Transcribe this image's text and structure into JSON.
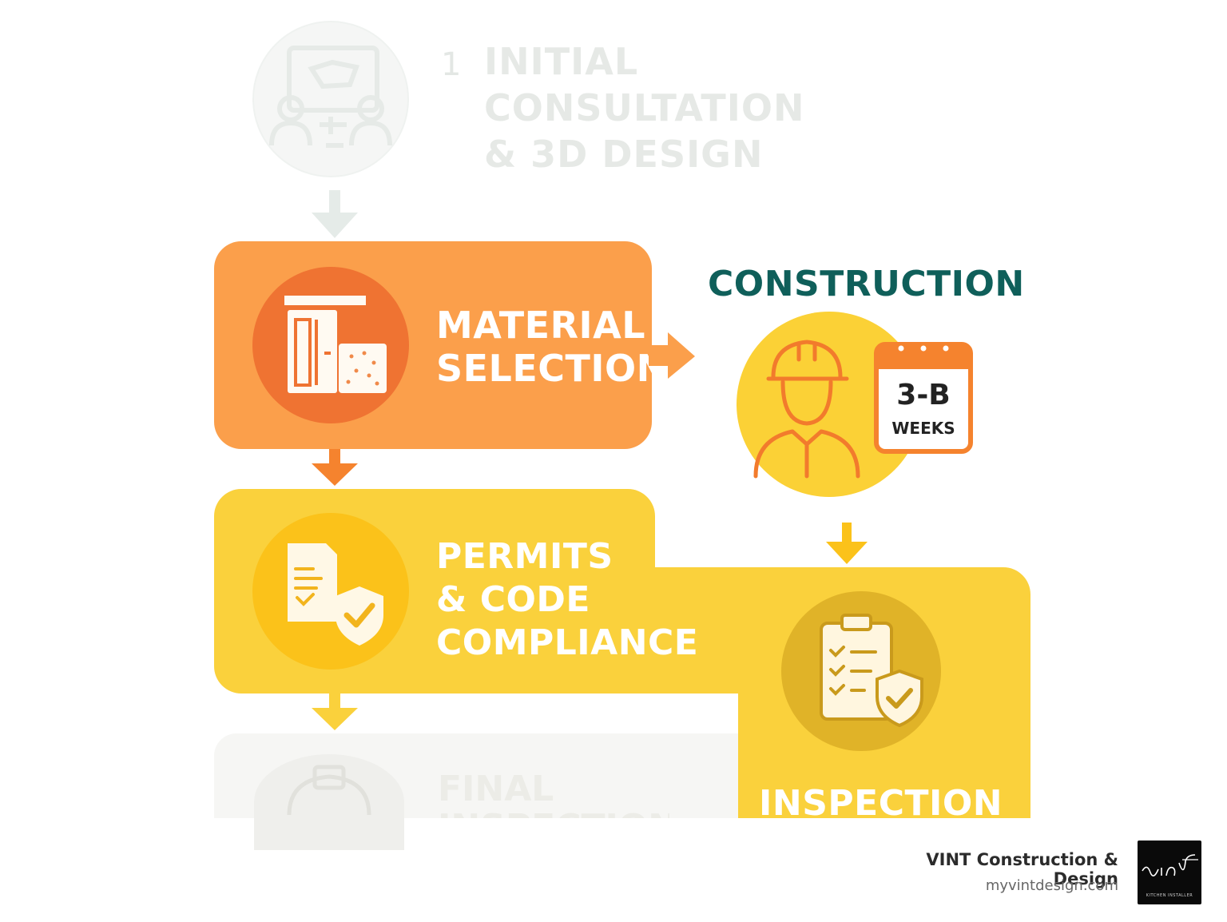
{
  "steps": {
    "step1": {
      "number": "1",
      "title_lines": [
        "INITIAL",
        "CONSULTATION",
        "& 3D DESIGN"
      ]
    },
    "material": {
      "title_lines": [
        "MATERIAL",
        "SELECTION"
      ]
    },
    "construction": {
      "title": "CONSTRUCTION",
      "calendar_value": "3-B",
      "calendar_unit": "WEEKS"
    },
    "permits": {
      "title_lines": [
        "PERMITS",
        "& CODE",
        "COMPLIANCE"
      ]
    },
    "final": {
      "title": "FINAL",
      "subtitle": "INSPECTION"
    },
    "inspection": {
      "title": "INSPECTION"
    }
  },
  "footer": {
    "company": "VINT Construction & Design",
    "website": "myvintdesign.com",
    "logo_text": "vint",
    "logo_subtext": "KITCHEN INSTALLER"
  },
  "colors": {
    "orange": "#fb9f4b",
    "dark_orange": "#ef7332",
    "yellow": "#fad13c",
    "teal": "#0f5f5a"
  },
  "icons": [
    "consultation-icon",
    "material-icon",
    "worker-icon",
    "calendar-icon",
    "permit-icon",
    "checklist-shield-icon",
    "helmet-icon"
  ]
}
